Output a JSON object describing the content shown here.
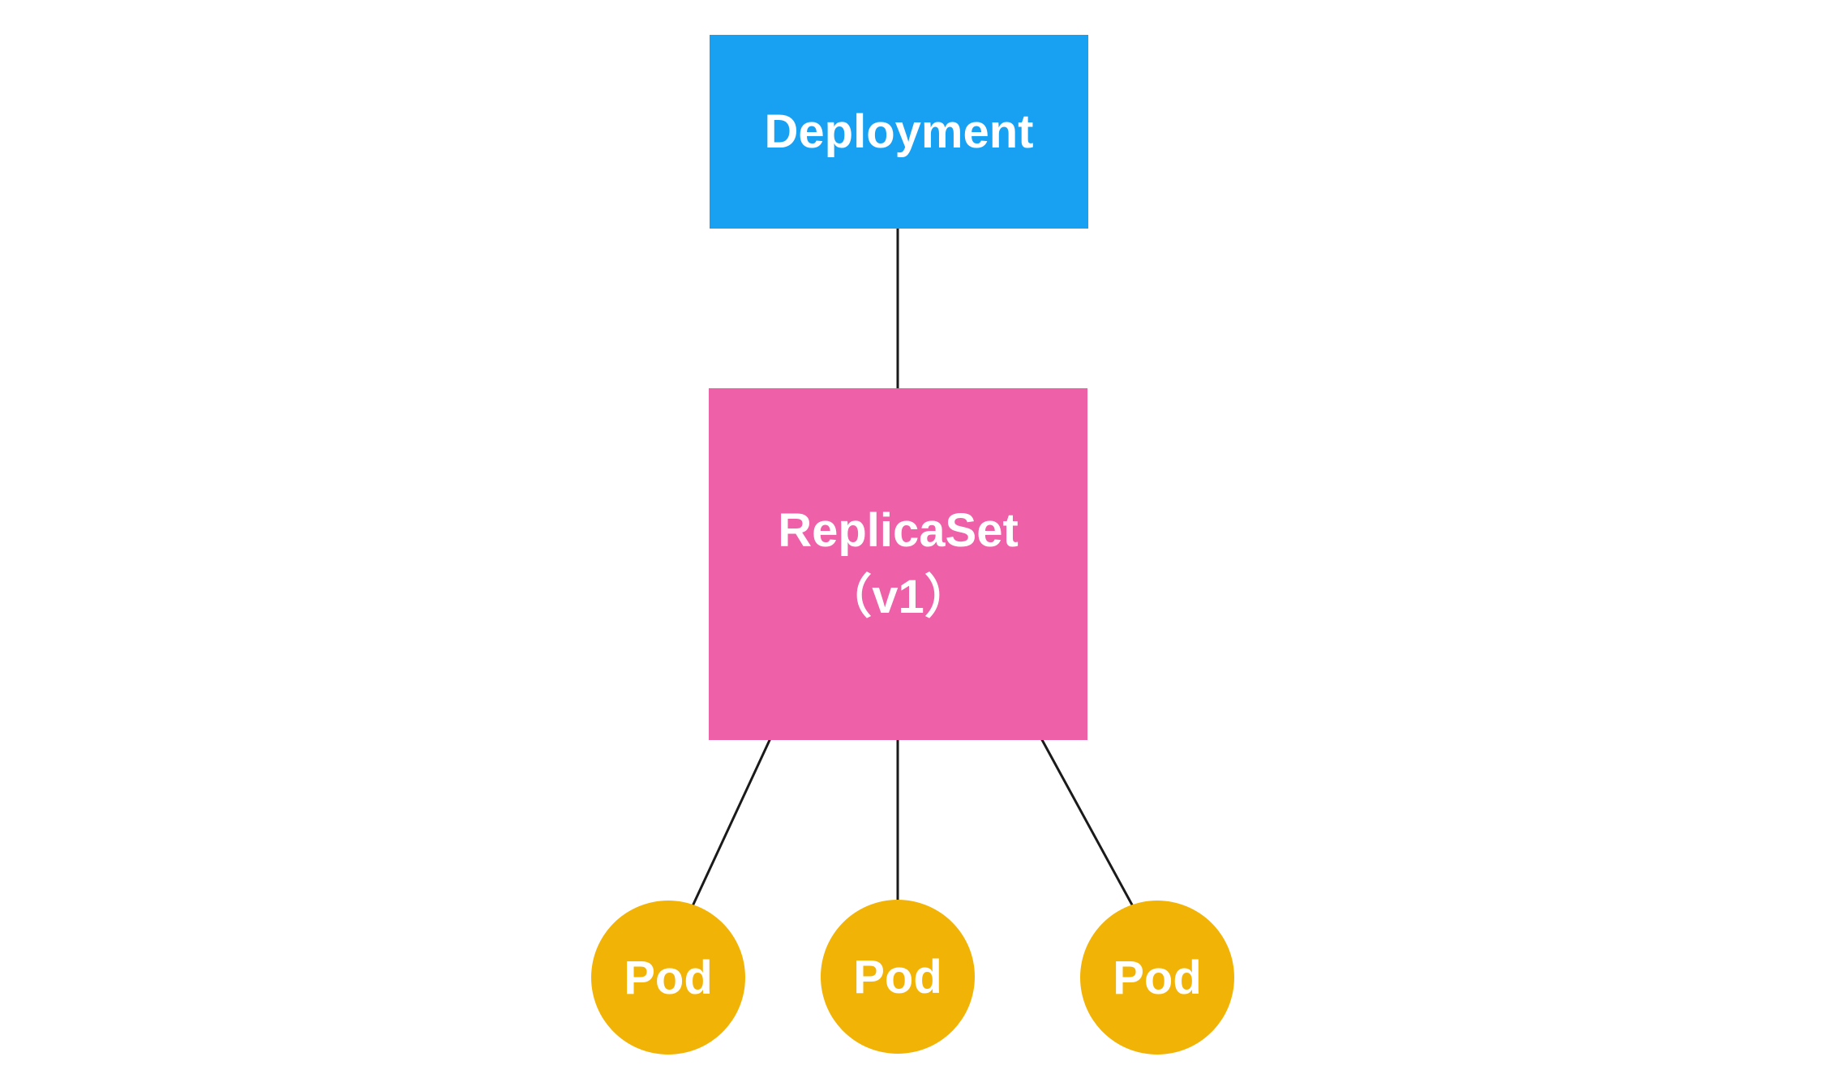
{
  "diagram": {
    "background_color": "#ffffff",
    "edge_color": "#1a1a1a",
    "text_color": "#ffffff",
    "nodes": {
      "deployment": {
        "label": "Deployment",
        "shape": "rectangle",
        "color": "#18A1F2"
      },
      "replicaset": {
        "label": "ReplicaSet",
        "version_label": "（v1）",
        "shape": "rectangle",
        "color": "#EE60A8"
      },
      "pod1": {
        "label": "Pod",
        "shape": "circle",
        "color": "#F2B307"
      },
      "pod2": {
        "label": "Pod",
        "shape": "circle",
        "color": "#F2B307"
      },
      "pod3": {
        "label": "Pod",
        "shape": "circle",
        "color": "#F2B307"
      }
    },
    "edges": [
      {
        "from": "deployment",
        "to": "replicaset"
      },
      {
        "from": "replicaset",
        "to": "pod1"
      },
      {
        "from": "replicaset",
        "to": "pod2"
      },
      {
        "from": "replicaset",
        "to": "pod3"
      }
    ]
  }
}
